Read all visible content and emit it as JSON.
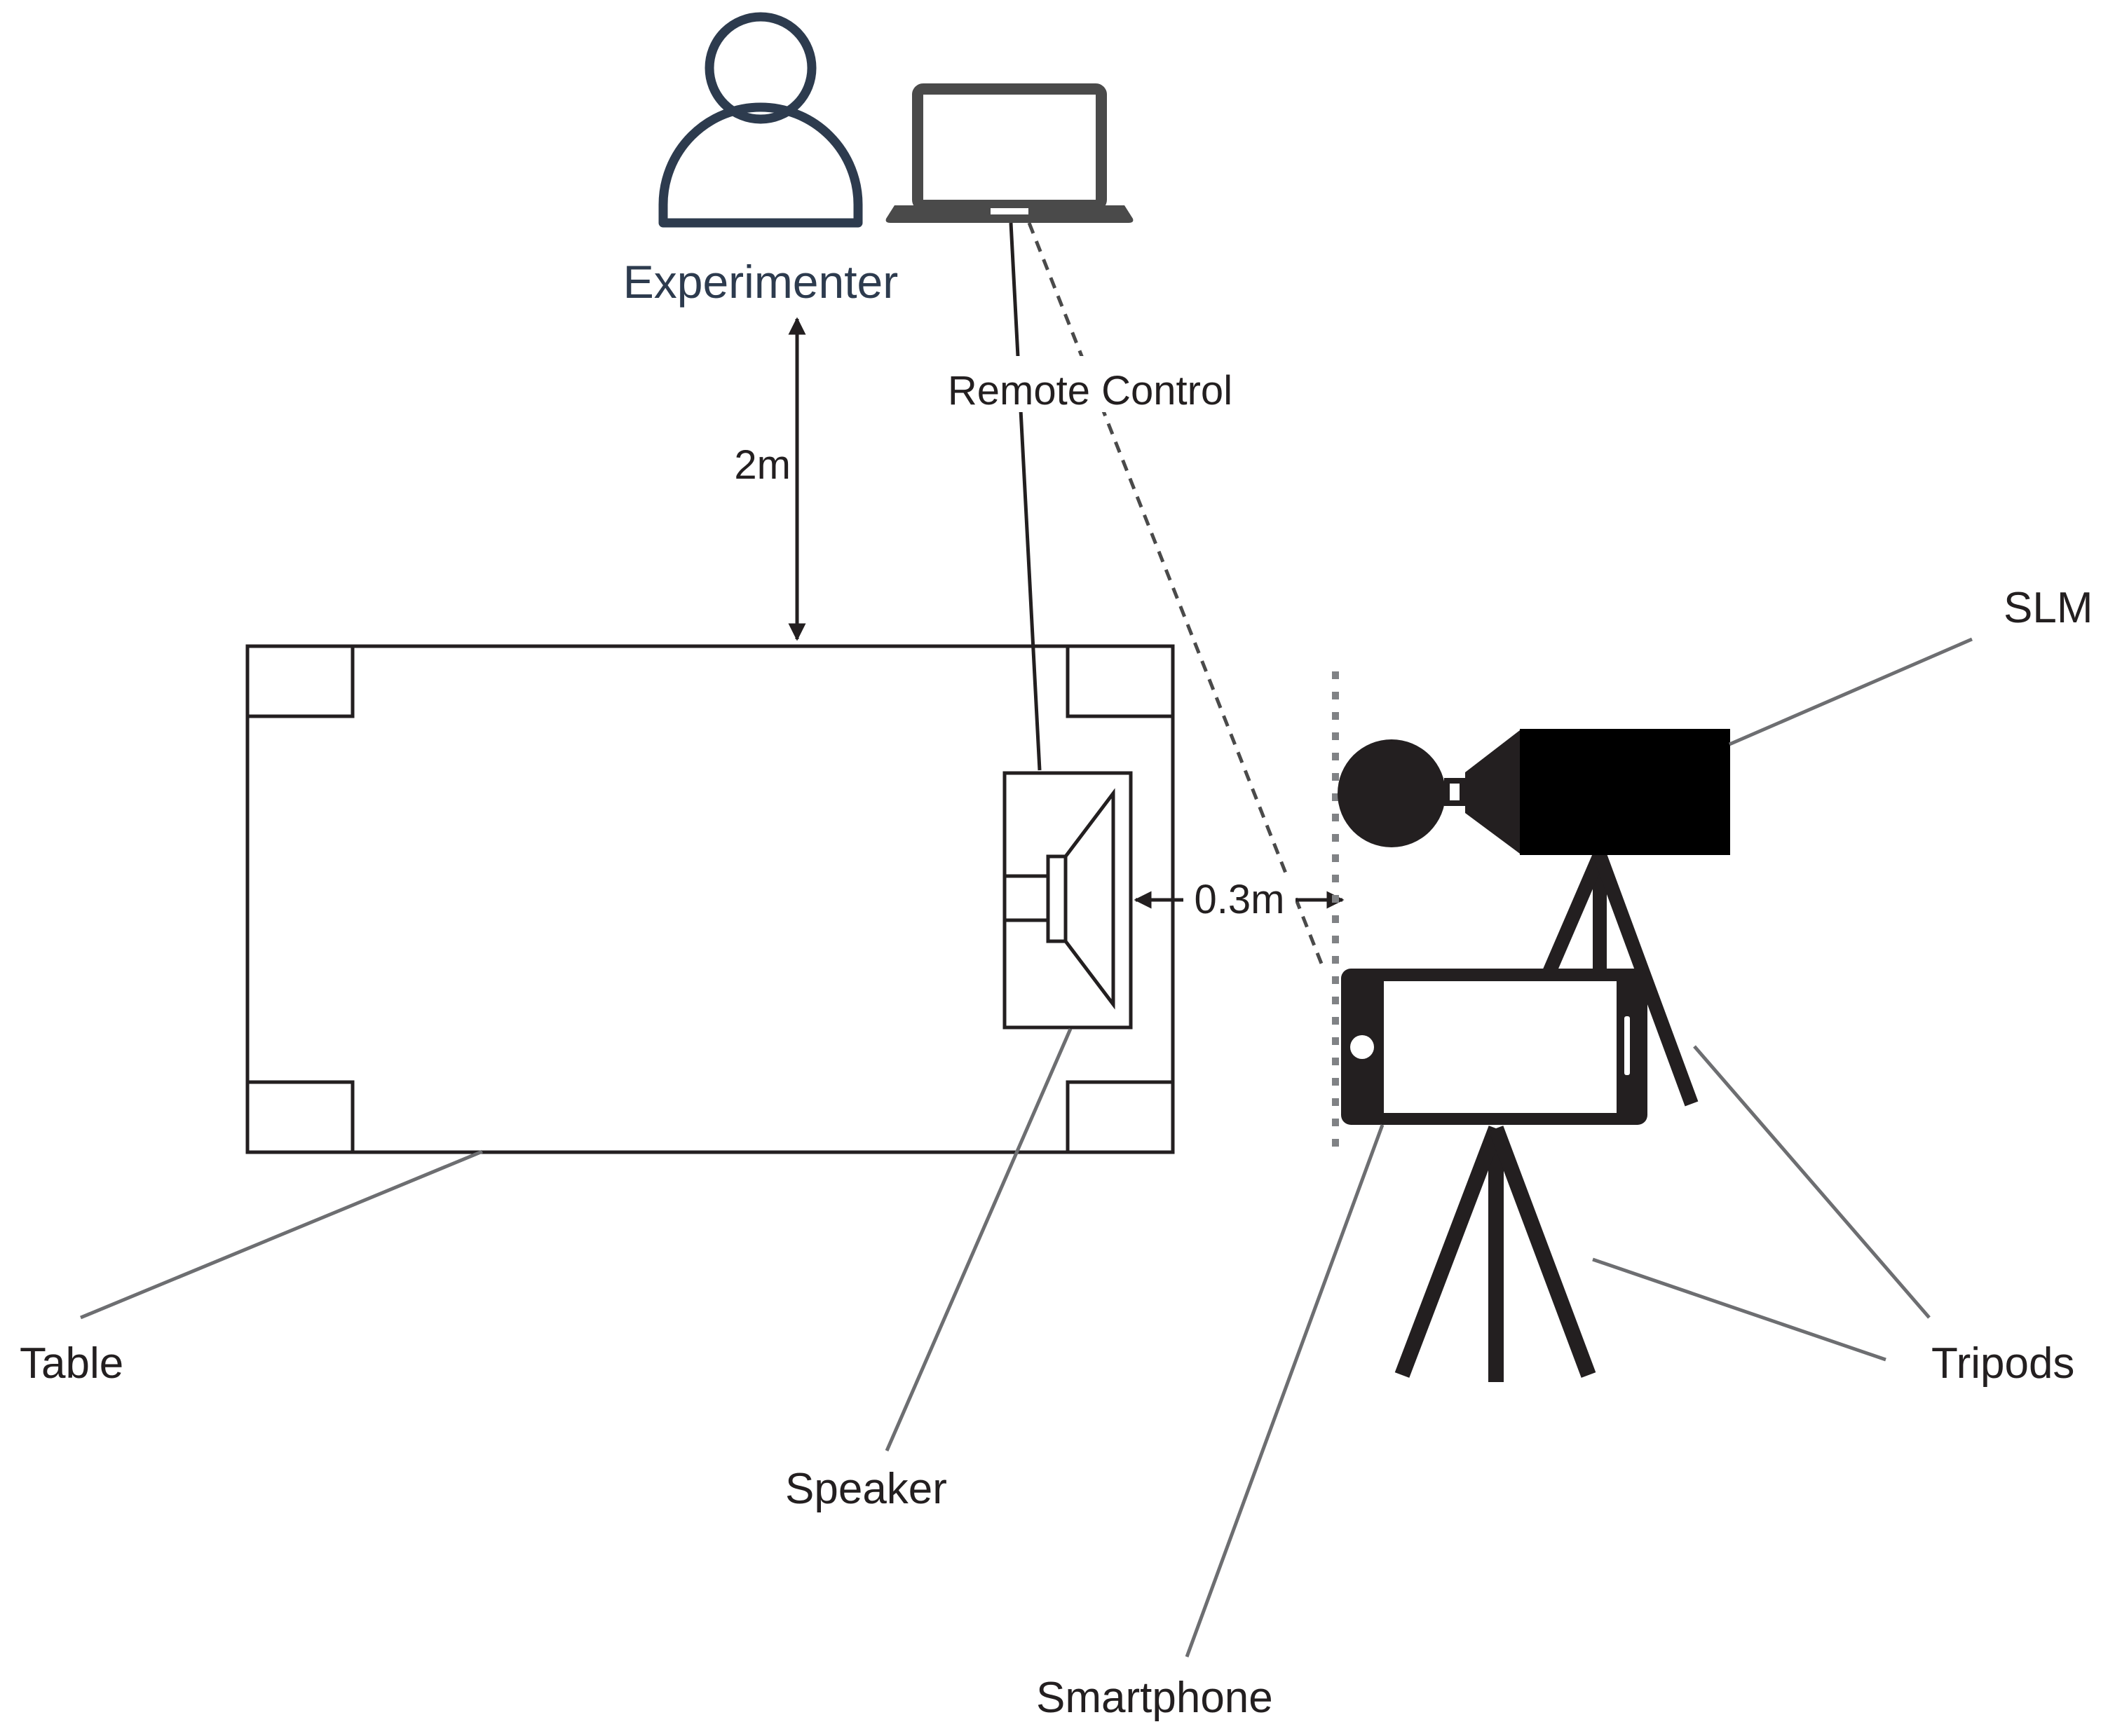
{
  "labels": {
    "experimenter": "Experimenter",
    "remote_control": "Remote Control",
    "distance_experimenter_table": "2m",
    "distance_speaker_devices": "0.3m",
    "slm": "SLM",
    "table": "Table",
    "speaker": "Speaker",
    "tripods": "Tripods",
    "smartphone": "Smartphone"
  },
  "colors": {
    "ink": "#231f20",
    "person_outline": "#2d3b4e",
    "laptop": "#4a4a4a",
    "leader_line": "#6d6e71",
    "dotted_marker": "#808285",
    "slm_body": "#000000"
  },
  "icons": [
    "person-icon",
    "laptop-icon",
    "speaker-icon",
    "slm-icon",
    "smartphone-icon",
    "tripod-icon"
  ]
}
